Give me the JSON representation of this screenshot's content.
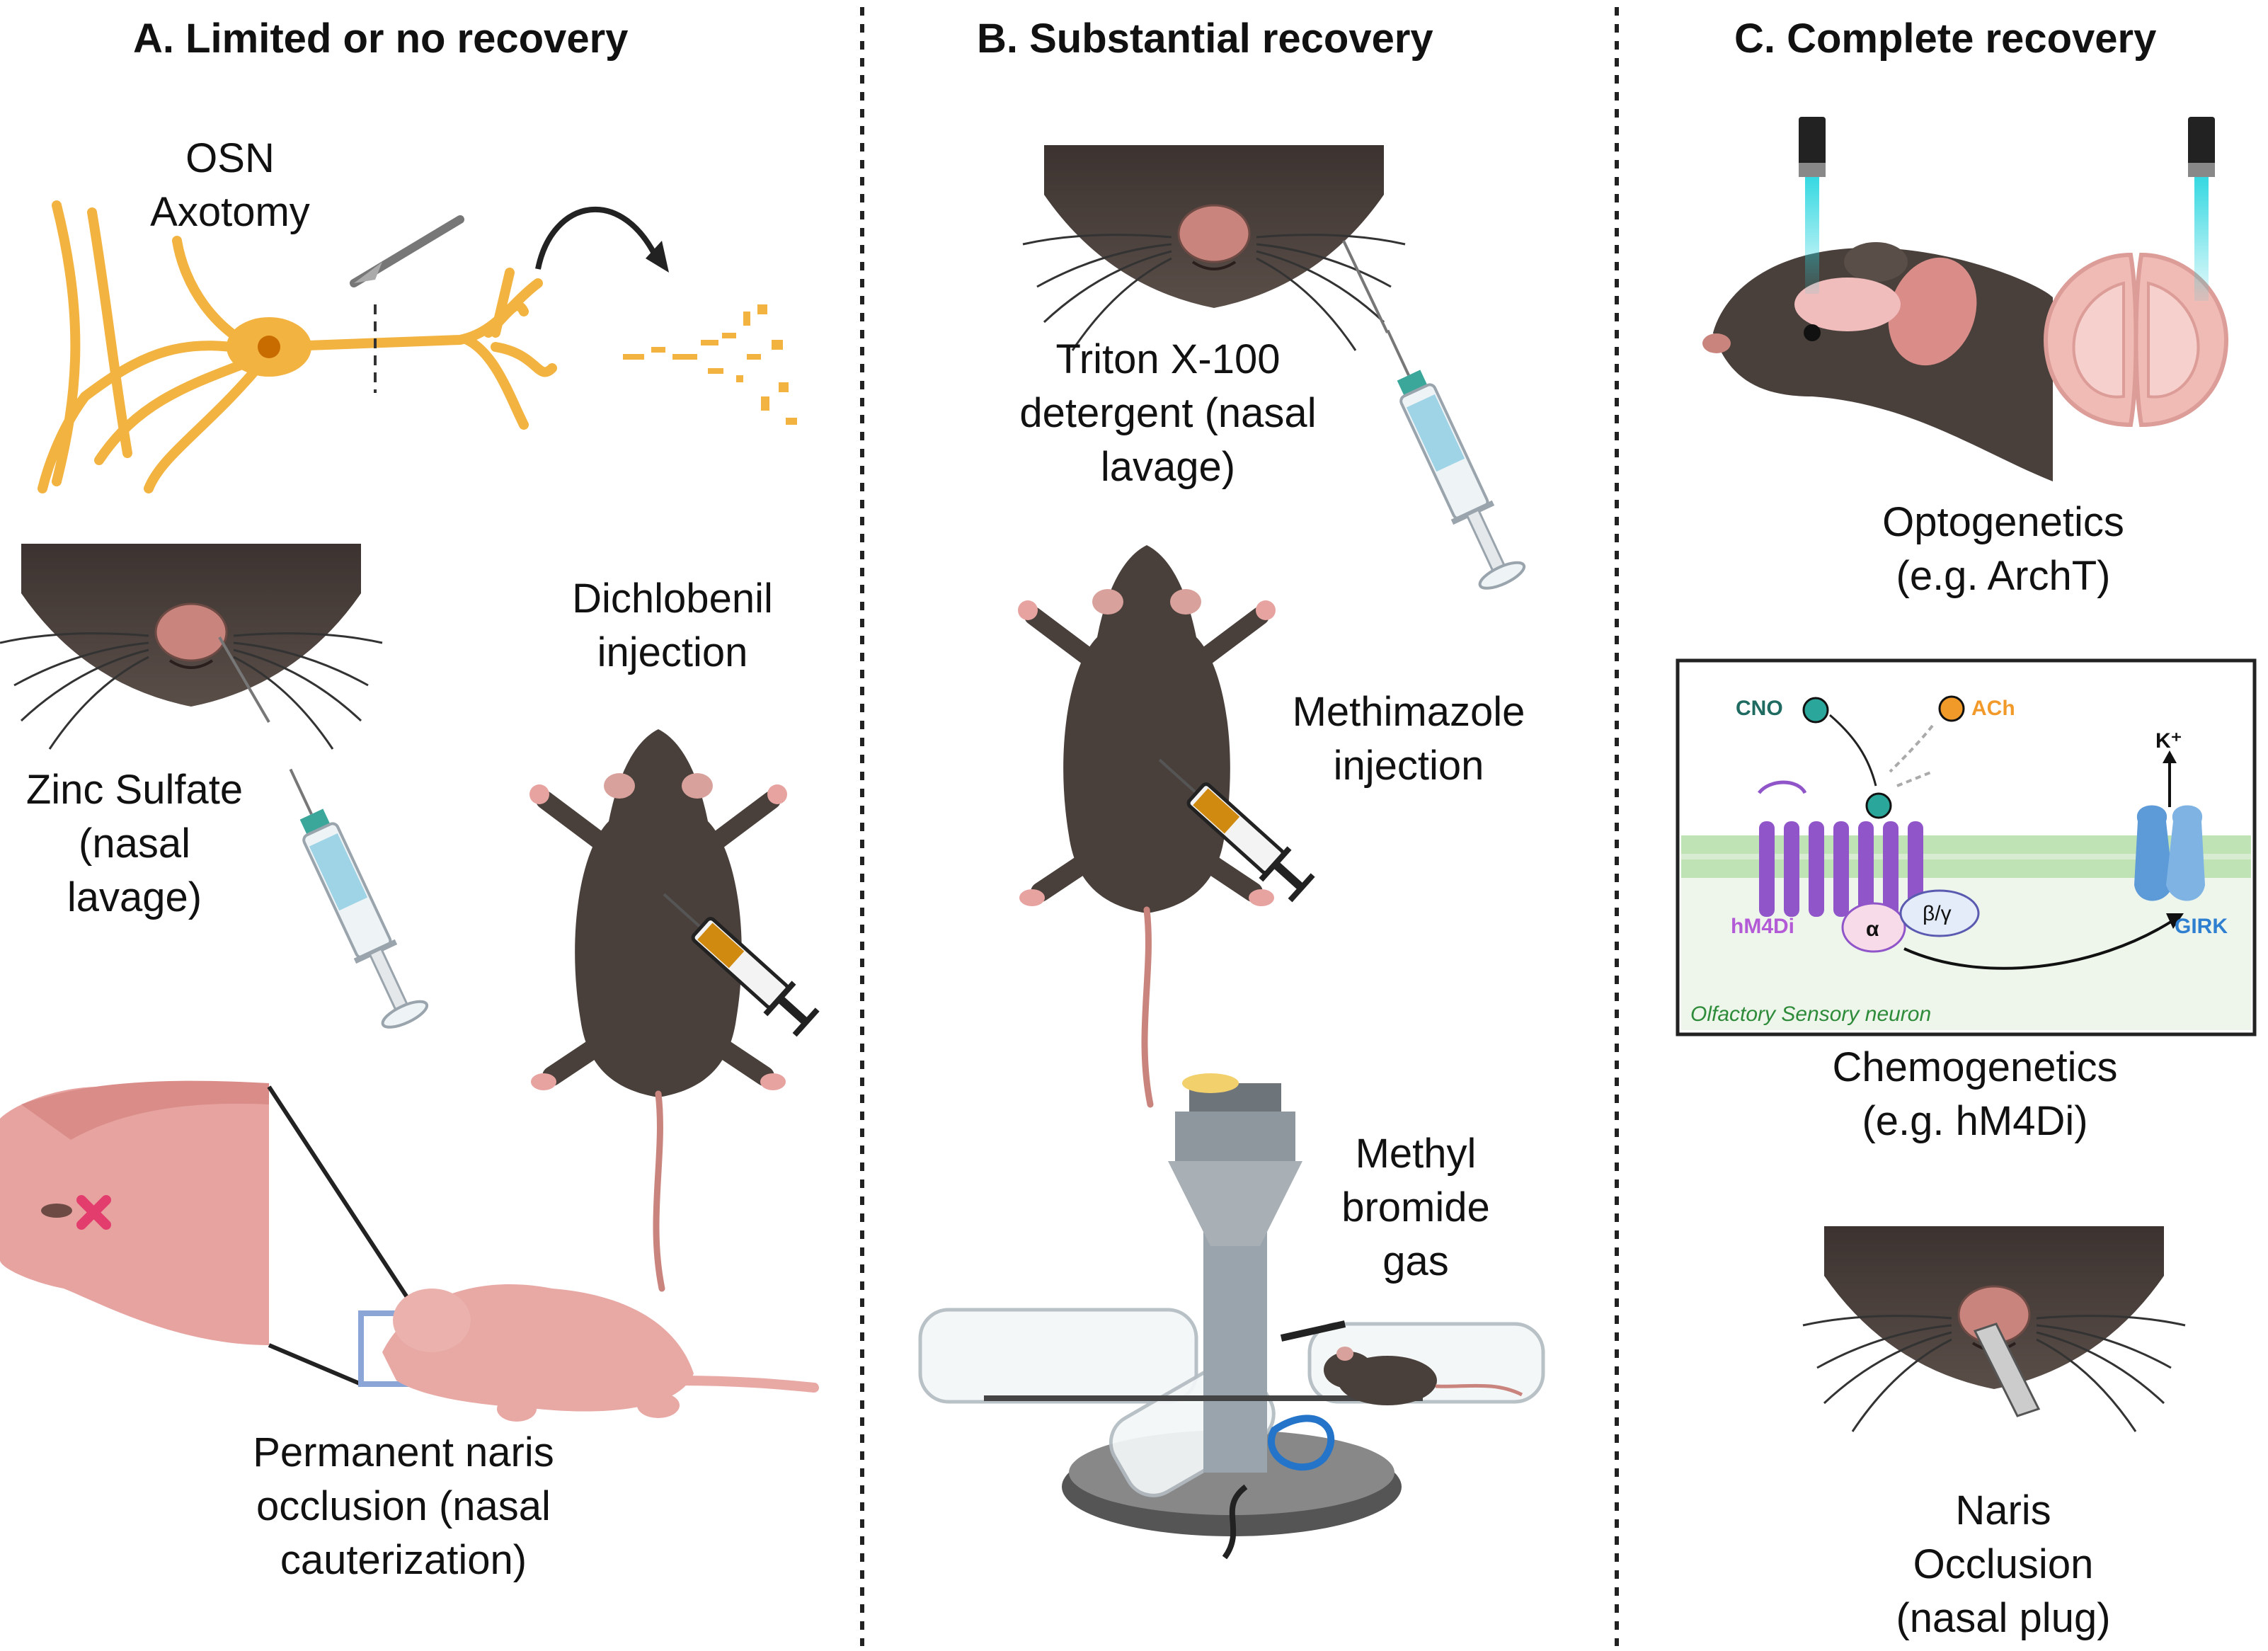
{
  "panels": {
    "a": {
      "title": "A. Limited or no recovery",
      "axotomy_label": "OSN\nAxotomy",
      "zinc_label": "Zinc Sulfate\n(nasal\nlavage)",
      "dichlobenil_label": "Dichlobenil\ninjection",
      "cauterization_label": "Permanent naris\nocclusion (nasal\ncauterization)"
    },
    "b": {
      "title": "B. Substantial recovery",
      "triton_label": "Triton X-100\ndetergent (nasal\nlavage)",
      "methimazole_label": "Methimazole\ninjection",
      "methyl_bromide_label": "Methyl\nbromide\ngas"
    },
    "c": {
      "title": "C. Complete recovery",
      "optogenetics_label": "Optogenetics\n(e.g. ArchT)",
      "chemogenetics_label": "Chemogenetics\n(e.g. hM4Di)",
      "naris_occlusion_label": "Naris\nOcclusion\n(nasal plug)",
      "inset": {
        "cno": "CNO",
        "ach": "ACh",
        "k_plus": "K⁺",
        "hm4di": "hM4Di",
        "alpha": "α",
        "beta_gamma": "β/γ",
        "girk": "GIRK",
        "cell_label": "Olfactory Sensory neuron"
      }
    }
  },
  "colors": {
    "mouse_fur": "#4a403b",
    "mouse_skin": "#e7a3a0",
    "neuron": "#f2b340",
    "syringe_fluid": "#9fd4e6",
    "syringe_yellow": "#d08a10",
    "membrane": "#bfe3b5",
    "receptor": "#8f55c9",
    "girk": "#5d9ad8",
    "cno": "#2aa79a",
    "ach": "#f19a2a",
    "laser": "#25d5df"
  },
  "icons": [
    "neuron-icon",
    "scalpel-icon",
    "curved-arrow-icon",
    "mouse-snout-icon",
    "syringe-icon",
    "mouse-topview-icon",
    "pup-icon",
    "fumigation-chamber-icon",
    "optogenetics-mouse-icon",
    "olfactory-bulb-icon",
    "nasal-plug-icon"
  ]
}
